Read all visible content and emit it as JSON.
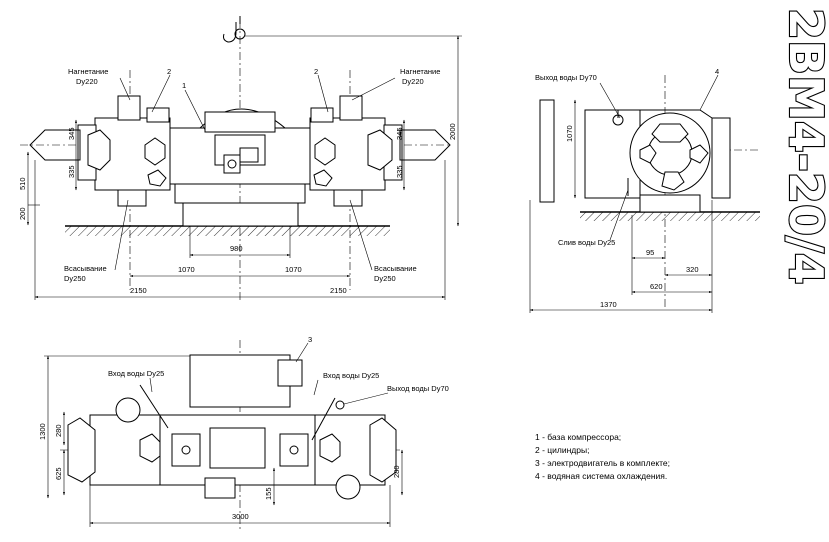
{
  "title": "2ВМ4-20/4",
  "front_view": {
    "labels": {
      "discharge_left": "Нагнетание",
      "discharge_left_dy": "Dy220",
      "discharge_right": "Нагнетание",
      "discharge_right_dy": "Dy220",
      "suction_left": "Всасывание",
      "suction_left_dy": "Dy250",
      "suction_right": "Всасывание",
      "suction_right_dy": "Dy250",
      "callout_1": "1",
      "callout_2a": "2",
      "callout_2b": "2"
    },
    "dimensions": {
      "d345_left": "345",
      "d335_left": "335",
      "d510": "510",
      "d200": "200",
      "d345_right": "345",
      "d335_right": "335",
      "d2000": "2000",
      "d980": "980",
      "d1070_left": "1070",
      "d1070_right": "1070",
      "d2150_left": "2150",
      "d2150_right": "2150"
    }
  },
  "side_view": {
    "labels": {
      "water_outlet": "Выход воды Dy70",
      "water_drain": "Слив воды Dy25",
      "callout_4": "4"
    },
    "dimensions": {
      "d1070": "1070",
      "d95": "95",
      "d320": "320",
      "d620": "620",
      "d1370": "1370"
    }
  },
  "top_view": {
    "labels": {
      "water_inlet_left": "Вход воды Dy25",
      "water_inlet_right": "Вход воды Dy25",
      "water_outlet": "Выход воды Dy70",
      "callout_3": "3"
    },
    "dimensions": {
      "d1300": "1300",
      "d280_left": "280",
      "d625": "625",
      "d155": "155",
      "d280_right": "280",
      "d3000": "3000"
    }
  },
  "legend": [
    "1 - база компрессора;",
    "2 - цилиндры;",
    "3 - электродвигатель в комплекте;",
    "4 - водяная система охлаждения."
  ]
}
